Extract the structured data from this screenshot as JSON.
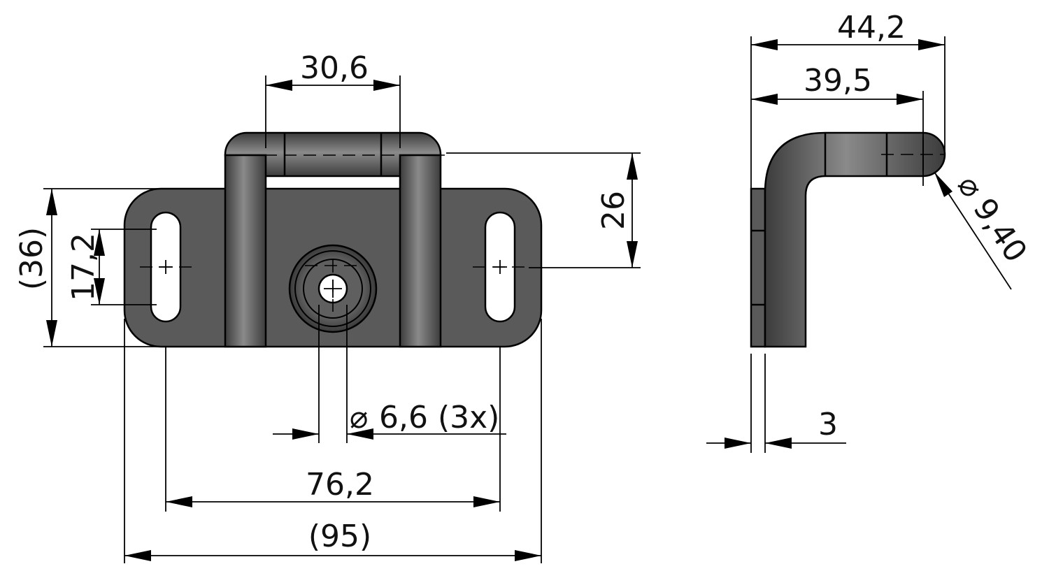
{
  "dimensions": {
    "loop_width": "30,6",
    "height_to_loop": "26",
    "base_height": "(36)",
    "slot_length": "17,2",
    "hole_diameter": "6,6 (3x)",
    "hole_spacing": "76,2",
    "overall_width": "(95)",
    "side_total_depth": "44,2",
    "side_axis_depth": "39,5",
    "rod_diameter": "9,40",
    "plate_thickness": "3"
  },
  "symbols": {
    "diameter": "⌀"
  },
  "colors": {
    "part_fill": "#5a5a5a",
    "line": "#000000"
  }
}
